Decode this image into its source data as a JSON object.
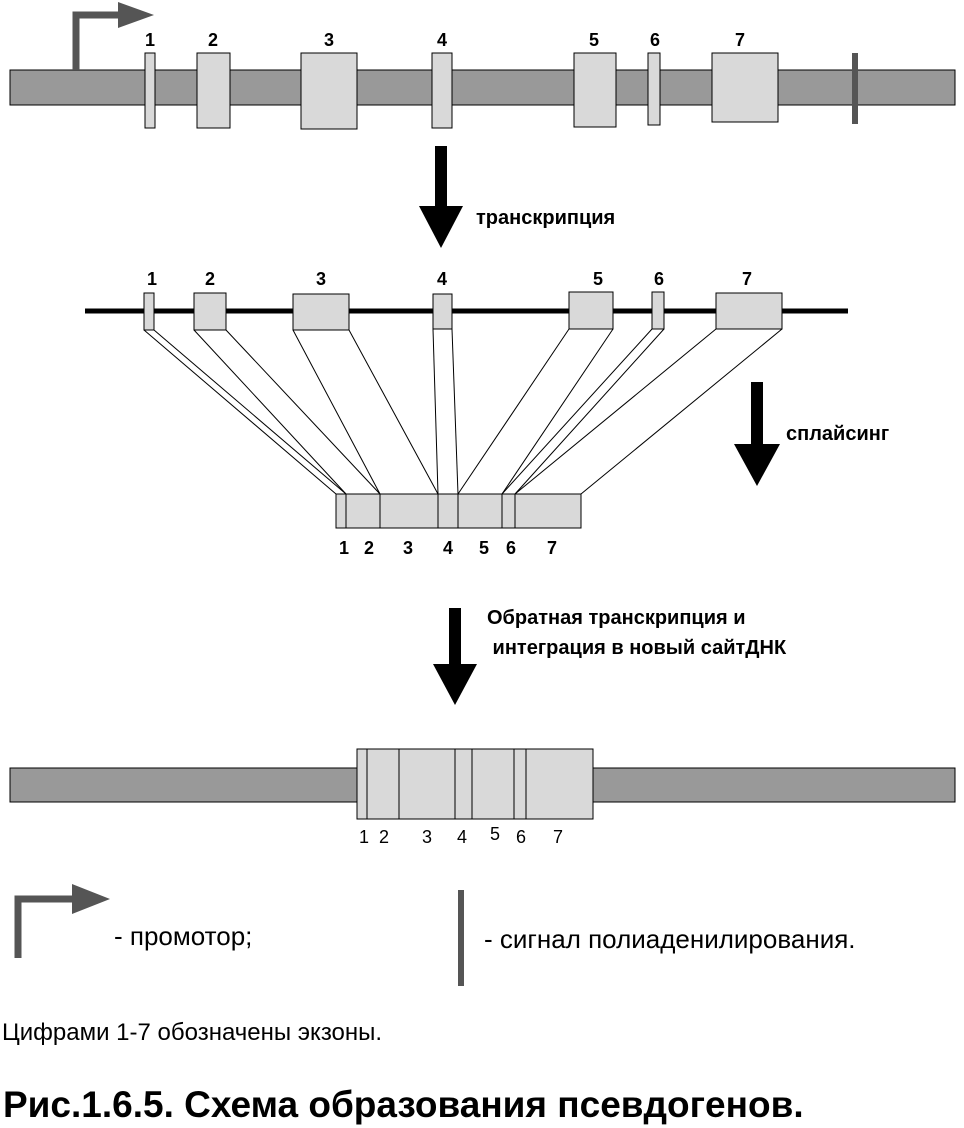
{
  "gene": {
    "exon_labels": [
      "1",
      "2",
      "3",
      "4",
      "5",
      "6",
      "7"
    ]
  },
  "transcript": {
    "exon_labels": [
      "1",
      "2",
      "3",
      "4",
      "5",
      "6",
      "7"
    ]
  },
  "mrna": {
    "exon_labels": [
      "1",
      "2",
      "3",
      "4",
      "5",
      "6",
      "7"
    ]
  },
  "pseudogene": {
    "exon_labels": [
      "1",
      "2",
      "3",
      "4",
      "5",
      "6",
      "7"
    ]
  },
  "steps": {
    "transcription": "транскрипция",
    "splicing": "сплайсинг",
    "reverse_transcription_line1": "Обратная транскрипция и",
    "reverse_transcription_line2": " интеграция в новый сайтДНК"
  },
  "legend": {
    "promoter": "- промотор;",
    "polyadenylation": "- сигнал полиаденилирования."
  },
  "note": "Цифрами 1-7 обозначены экзоны.",
  "caption": "Рис.1.6.5. Схема образования псевдогенов.",
  "colors": {
    "dna": "#999999",
    "exon": "#d9d9d9",
    "arrow": "#555555",
    "ink": "#000000"
  }
}
